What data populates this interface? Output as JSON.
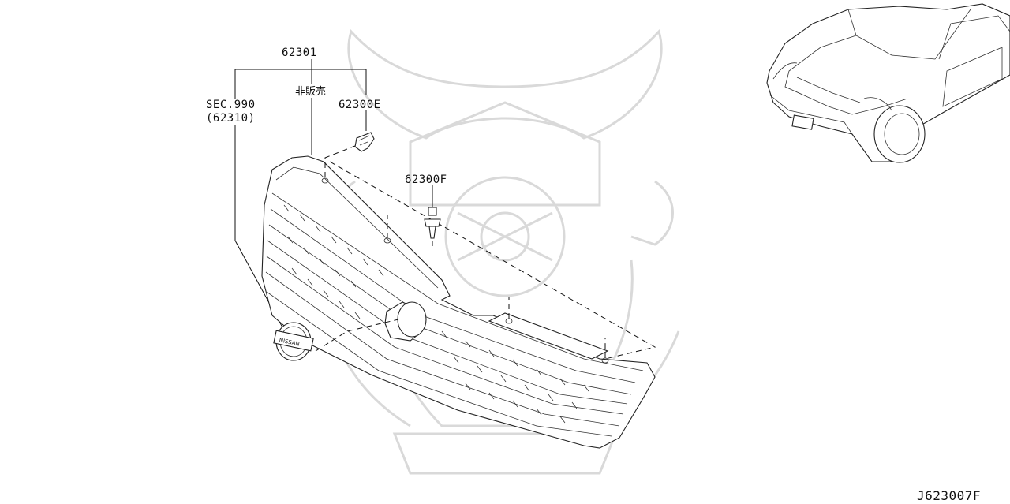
{
  "labels": {
    "p62301": "62301",
    "hanbai": "非販売",
    "sec": "SEC.990",
    "sec_sub": "(62310)",
    "p62300e": "62300E",
    "p62300f": "62300F",
    "code": "J623007F"
  },
  "watermark_icon": "samurai-helmet-icon",
  "emblem_text": "NISSAN"
}
